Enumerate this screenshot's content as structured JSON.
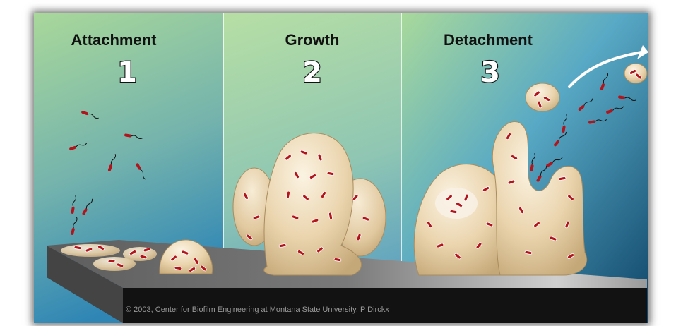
{
  "panels": [
    {
      "title": "Attachment",
      "number": "1"
    },
    {
      "title": "Growth",
      "number": "2"
    },
    {
      "title": "Detachment",
      "number": "3"
    }
  ],
  "credit": "© 2003, Center for Biofilm Engineering at Montana State University, P Dirckx",
  "colors": {
    "background_top": "#a6d79a",
    "background_bottom": "#2f7ea8",
    "biofilm": "#ead4ad",
    "bacteria": "#b3141c",
    "substrate": "#2c2c2c"
  }
}
